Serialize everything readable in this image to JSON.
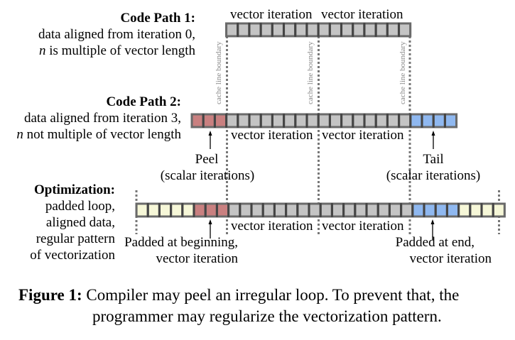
{
  "code_path_1": {
    "title": "Code Path 1:",
    "line1": "data aligned from iteration 0,",
    "line2_italic": "n",
    "line2_rest": " is multiple of vector length",
    "segments": [
      {
        "kind": "vector",
        "count": 16
      }
    ],
    "iteration_labels": [
      "vector iteration",
      "vector iteration"
    ]
  },
  "code_path_2": {
    "title": "Code Path 2:",
    "line1": "data aligned from iteration 3,",
    "line2_italic": "n",
    "line2_rest": " not multiple of vector length",
    "segments": [
      {
        "kind": "peel",
        "count": 3
      },
      {
        "kind": "vector",
        "count": 16
      },
      {
        "kind": "tail",
        "count": 4
      }
    ],
    "iteration_labels": [
      "vector iteration",
      "vector iteration"
    ],
    "peel_label": "Peel",
    "peel_sub": "(scalar iterations)",
    "tail_label": "Tail",
    "tail_sub": "(scalar iterations)"
  },
  "optimization": {
    "title": "Optimization:",
    "lines": [
      "padded loop,",
      "aligned data,",
      "regular pattern",
      "of vectorization"
    ],
    "segments": [
      {
        "kind": "pad",
        "count": 5
      },
      {
        "kind": "peel",
        "count": 3
      },
      {
        "kind": "vector",
        "count": 16
      },
      {
        "kind": "tail",
        "count": 4
      },
      {
        "kind": "pad",
        "count": 4
      }
    ],
    "iteration_labels": [
      "vector iteration",
      "vector iteration"
    ],
    "begin_label": "Padded at beginning,",
    "begin_sub": "vector iteration",
    "end_label": "Padded at end,",
    "end_sub": "vector iteration"
  },
  "cache_line_label": "cache line boundary",
  "colors": {
    "vector": "#c4c4c4",
    "peel": "#c98080",
    "tail": "#8fb8f0",
    "pad": "#f6f7d8",
    "cell_border": "#454545",
    "row_border": "#6a6a6a",
    "boundary": "#777777"
  },
  "caption": {
    "figure": "Figure 1:",
    "line1": "Compiler may peel an irregular loop. To prevent that, the",
    "line2": "programmer may regularize the vectorization pattern."
  }
}
